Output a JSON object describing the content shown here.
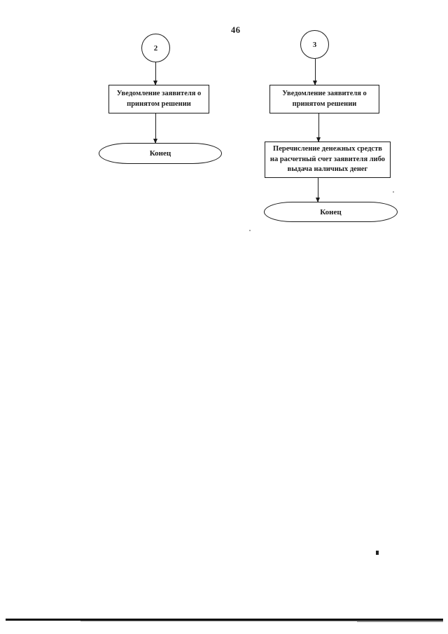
{
  "page": {
    "number": "46"
  },
  "colors": {
    "ink": "#1b1b1b",
    "paper": "#ffffff",
    "scan_line": "#0f0f0f"
  },
  "flowchart": {
    "left_branch": {
      "nodes": [
        {
          "type": "connector",
          "label": "2"
        },
        {
          "type": "process",
          "lines": [
            "Уведомление заявителя о",
            "принятом решении"
          ]
        },
        {
          "type": "terminator",
          "label": "Конец"
        }
      ]
    },
    "right_branch": {
      "nodes": [
        {
          "type": "connector",
          "label": "3"
        },
        {
          "type": "process",
          "lines": [
            "Уведомление заявителя о",
            "принятом решении"
          ]
        },
        {
          "type": "process",
          "lines": [
            "Перечисление денежных средств",
            "на расчетный счет заявителя либо",
            "выдача наличных денег"
          ]
        },
        {
          "type": "terminator",
          "label": "Конец"
        }
      ]
    }
  }
}
